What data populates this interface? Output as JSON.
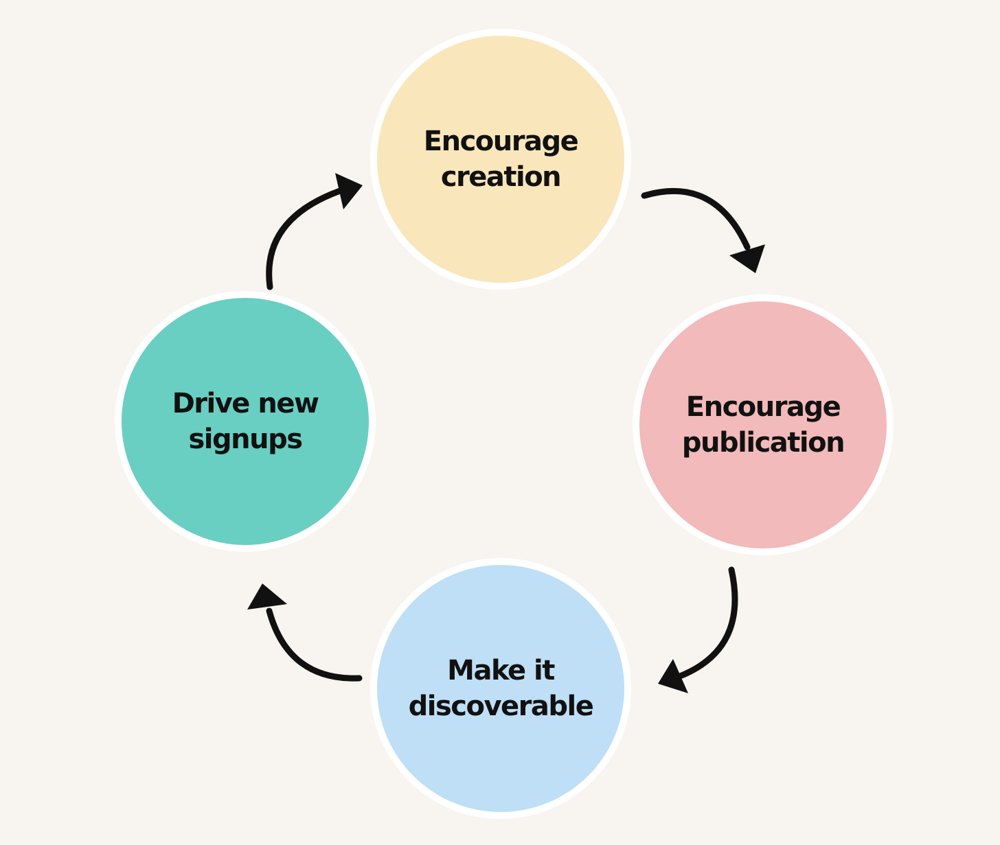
{
  "colors": {
    "background": "#f8f5f0",
    "ring": "#ffffff",
    "arrow": "#111111",
    "text": "#111111"
  },
  "nodes": [
    {
      "id": "encourage-creation",
      "lines": [
        "Encourage",
        "creation"
      ],
      "fill": "#f9e6bb"
    },
    {
      "id": "encourage-publication",
      "lines": [
        "Encourage",
        "publication"
      ],
      "fill": "#f2baba"
    },
    {
      "id": "make-it-discoverable",
      "lines": [
        "Make it",
        "discoverable"
      ],
      "fill": "#bedff6"
    },
    {
      "id": "drive-new-signups",
      "lines": [
        "Drive new",
        "signups"
      ],
      "fill": "#69cfc2"
    }
  ],
  "edges": [
    {
      "from": "encourage-creation",
      "to": "encourage-publication"
    },
    {
      "from": "encourage-publication",
      "to": "make-it-discoverable"
    },
    {
      "from": "make-it-discoverable",
      "to": "drive-new-signups"
    },
    {
      "from": "drive-new-signups",
      "to": "encourage-creation"
    }
  ]
}
